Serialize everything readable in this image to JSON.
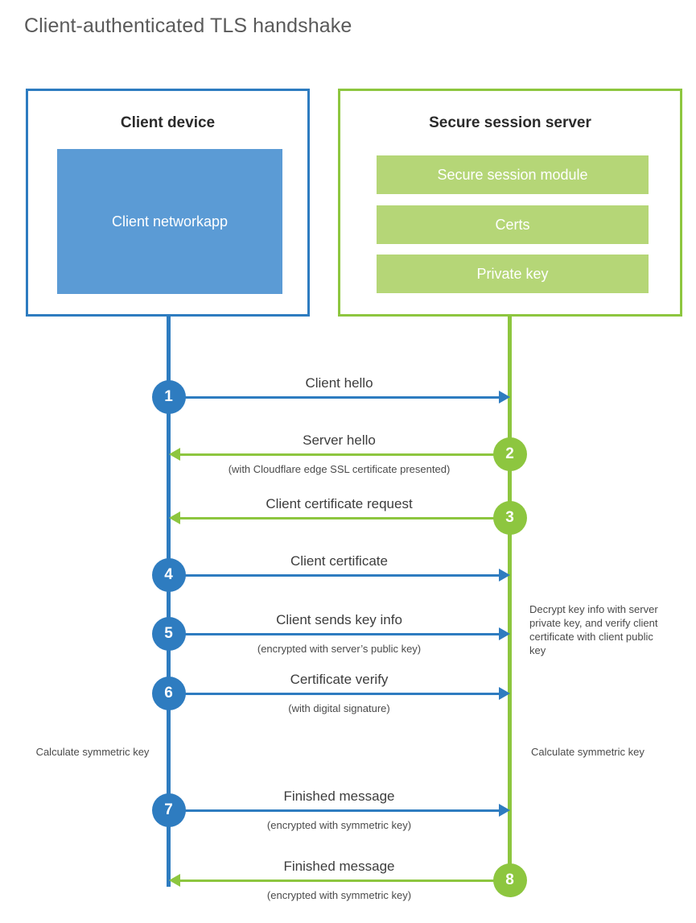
{
  "title": "Client-authenticated TLS handshake",
  "colors": {
    "client_accent": "#2e7cc0",
    "server_accent": "#8dc63f",
    "client_app_fill": "#5b9bd5",
    "server_bar_fill": "#b5d677",
    "title_text": "#5a5a5a",
    "body_text": "#3d3d3d"
  },
  "client": {
    "title": "Client device",
    "app_label": "Client network\napp"
  },
  "server": {
    "title": "Secure session server",
    "bars": [
      {
        "label": "Secure session module"
      },
      {
        "label": "Certs"
      },
      {
        "label": "Private key"
      }
    ]
  },
  "steps": [
    {
      "number": "1",
      "label": "Client hello",
      "sublabel": "",
      "direction": "client-to-server",
      "color": "blue"
    },
    {
      "number": "2",
      "label": "Server hello",
      "sublabel": "(with Cloudflare edge SSL certificate presented)",
      "direction": "server-to-client",
      "color": "green"
    },
    {
      "number": "3",
      "label": "Client certificate request",
      "sublabel": "",
      "direction": "server-to-client",
      "color": "green"
    },
    {
      "number": "4",
      "label": "Client certificate",
      "sublabel": "",
      "direction": "client-to-server",
      "color": "blue"
    },
    {
      "number": "5",
      "label": "Client sends key info",
      "sublabel": "(encrypted with server’s public key)",
      "direction": "client-to-server",
      "color": "blue"
    },
    {
      "number": "6",
      "label": "Certificate verify",
      "sublabel": "(with digital signature)",
      "direction": "client-to-server",
      "color": "blue"
    },
    {
      "number": "7",
      "label": "Finished message",
      "sublabel": "(encrypted with symmetric key)",
      "direction": "client-to-server",
      "color": "blue"
    },
    {
      "number": "8",
      "label": "Finished message",
      "sublabel": "(encrypted with symmetric key)",
      "direction": "server-to-client",
      "color": "green"
    }
  ],
  "notes": {
    "decrypt": "Decrypt key info with server private key, and verify client certificate with client public key",
    "calculate_client": "Calculate symmetric key",
    "calculate_server": "Calculate symmetric key"
  }
}
